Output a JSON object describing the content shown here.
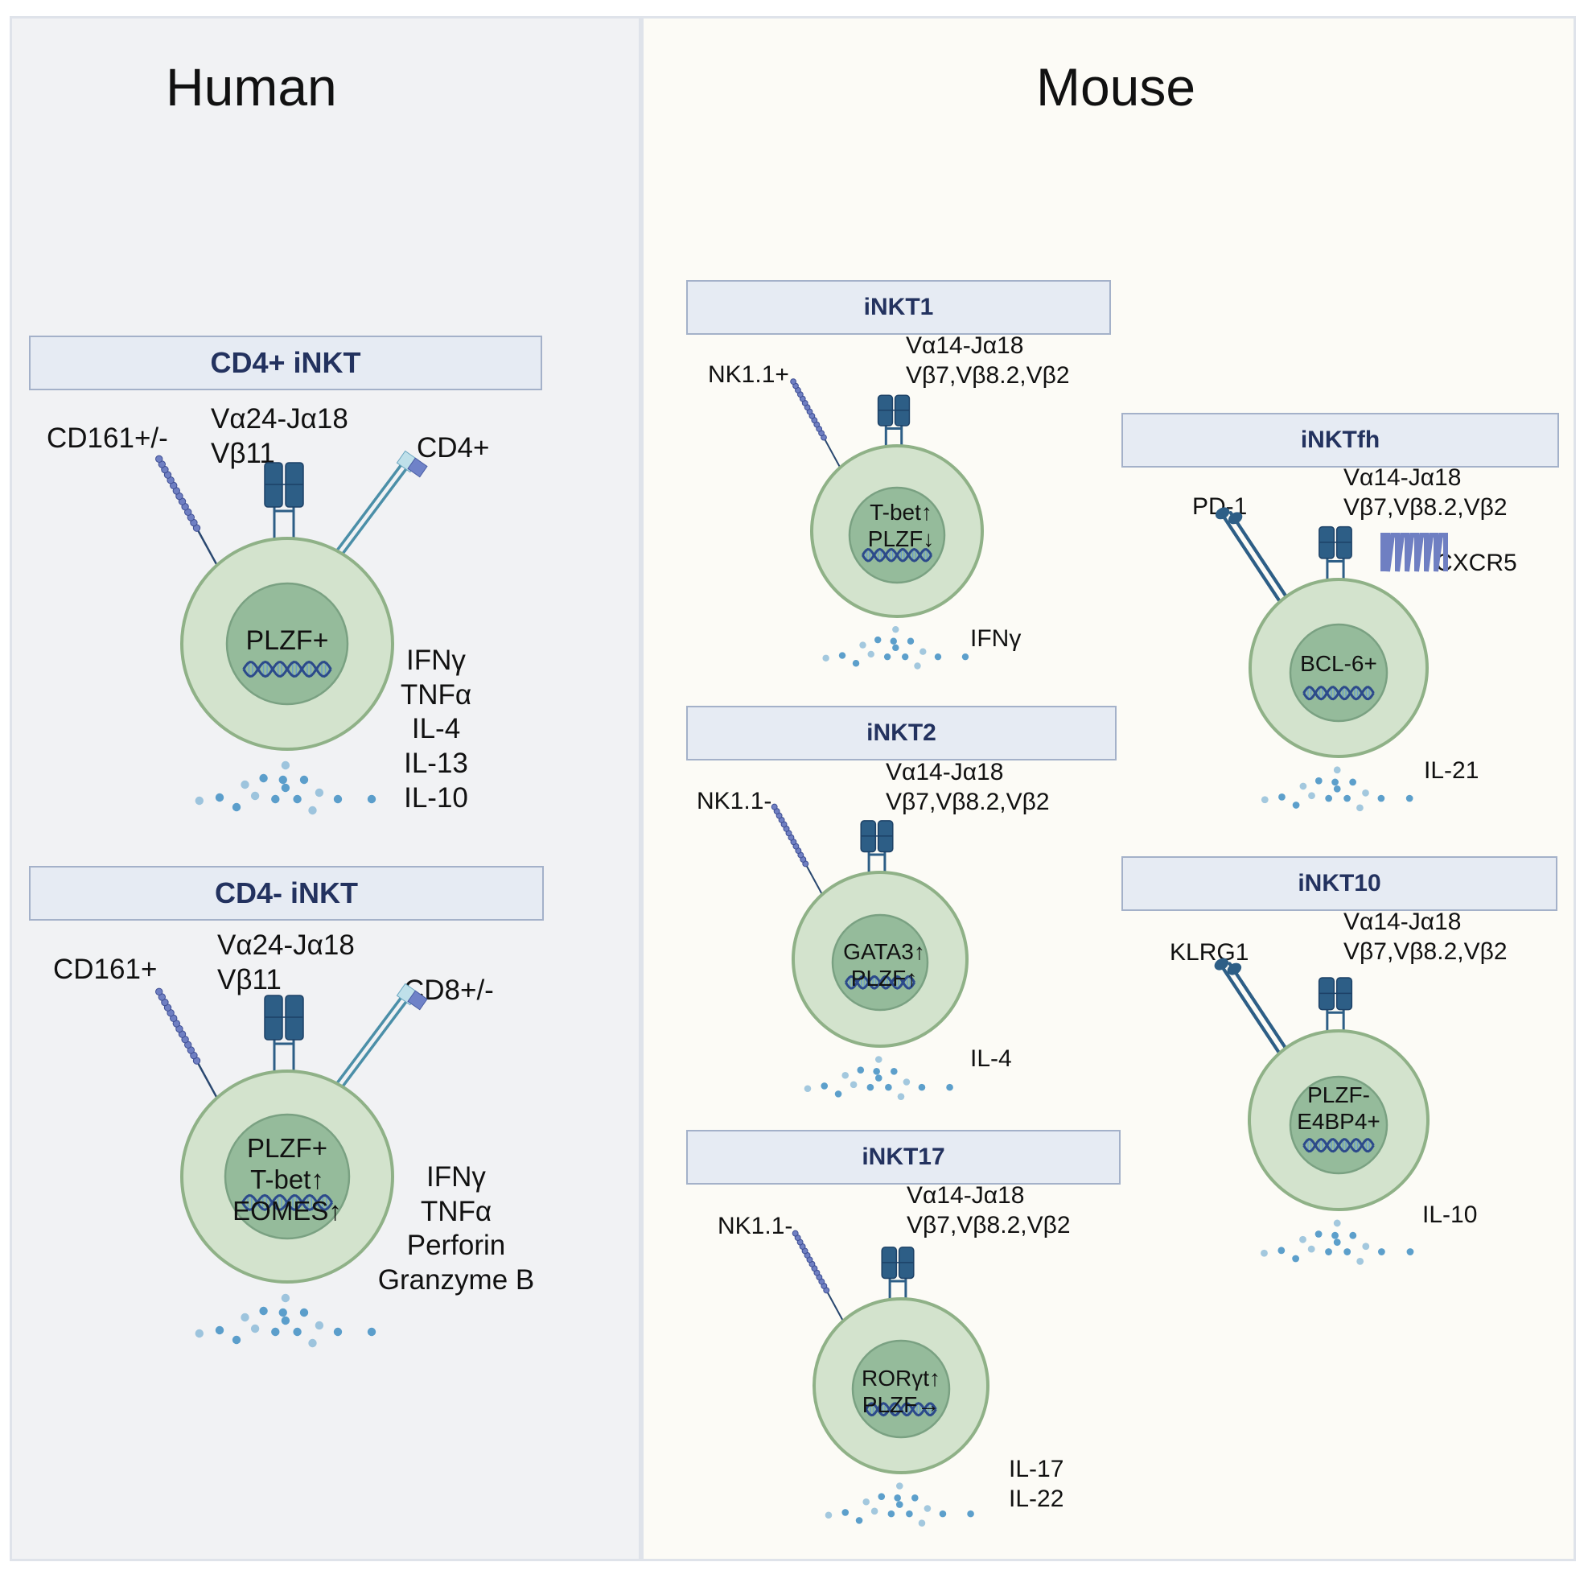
{
  "panels": {
    "human": {
      "title": "Human",
      "cells": [
        {
          "box": "CD4+ iNKT",
          "tcr": [
            "Vα24-Jα18",
            "Vβ11"
          ],
          "left_marker": "CD161+/-",
          "right_marker": "CD4+",
          "nucleus": [
            "PLZF+"
          ],
          "cytokines": [
            "IFNγ",
            "TNFα",
            "IL-4",
            "IL-13",
            "IL-10"
          ]
        },
        {
          "box": "CD4- iNKT",
          "tcr": [
            "Vα24-Jα18",
            "Vβ11"
          ],
          "left_marker": "CD161+",
          "right_marker": "CD8+/-",
          "nucleus": [
            "PLZF+",
            "T-bet↑",
            "EOMES↑"
          ],
          "cytokines": [
            "IFNγ",
            "TNFα",
            "Perforin",
            "Granzyme B"
          ]
        }
      ]
    },
    "mouse": {
      "title": "Mouse",
      "cells": [
        {
          "box": "iNKT1",
          "tcr": [
            "Vα14-Jα18",
            "Vβ7,Vβ8.2,Vβ2"
          ],
          "left_marker": "NK1.1+",
          "nucleus": [
            "T-bet↑",
            "PLZF↓"
          ],
          "cytokines": [
            "IFNγ"
          ]
        },
        {
          "box": "iNKT2",
          "tcr": [
            "Vα14-Jα18",
            "Vβ7,Vβ8.2,Vβ2"
          ],
          "left_marker": "NK1.1-",
          "nucleus": [
            "GATA3↑",
            "PLZF↑"
          ],
          "cytokines": [
            "IL-4"
          ]
        },
        {
          "box": "iNKT17",
          "tcr": [
            "Vα14-Jα18",
            "Vβ7,Vβ8.2,Vβ2"
          ],
          "left_marker": "NK1.1-",
          "nucleus": [
            "RORγt↑",
            "PLZF→"
          ],
          "cytokines": [
            "IL-17",
            "IL-22"
          ]
        },
        {
          "box": "iNKTfh",
          "tcr": [
            "Vα14-Jα18",
            "Vβ7,Vβ8.2,Vβ2"
          ],
          "left_marker": "PD-1",
          "right_marker": "CXCR5",
          "nucleus": [
            "BCL-6+"
          ],
          "cytokines": [
            "IL-21"
          ]
        },
        {
          "box": "iNKT10",
          "tcr": [
            "Vα14-Jα18",
            "Vβ7,Vβ8.2,Vβ2"
          ],
          "left_marker": "KLRG1",
          "nucleus": [
            "PLZF-",
            "E4BP4+"
          ],
          "cytokines": [
            "IL-10"
          ]
        }
      ]
    }
  },
  "colors": {
    "cell_fill": "#d3e3cd",
    "cell_stroke": "#8fb187",
    "nucleus_fill": "#95bb9b",
    "nucleus_stroke": "#7aa182",
    "tcr": "#2d5e86",
    "dna": "#2c4a8a",
    "dots": "#4a95c6",
    "box_text": "#23325f"
  }
}
